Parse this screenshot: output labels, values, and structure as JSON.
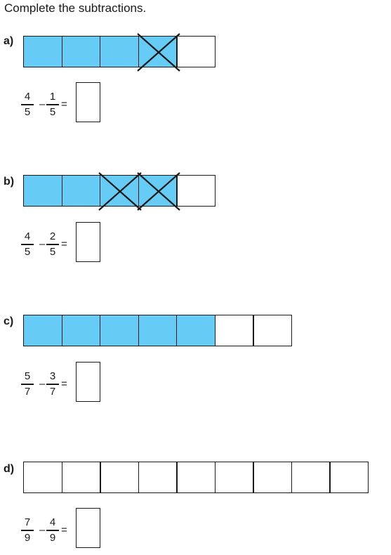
{
  "instruction": "Complete the subtractions.",
  "questions": [
    {
      "label": "a)",
      "cells": 5,
      "shaded": 4,
      "crossed": [
        3
      ],
      "left": {
        "num": "4",
        "den": "5"
      },
      "right": {
        "num": "1",
        "den": "5"
      },
      "minus": "–",
      "equals": "="
    },
    {
      "label": "b)",
      "cells": 5,
      "shaded": 4,
      "crossed": [
        2,
        3
      ],
      "left": {
        "num": "4",
        "den": "5"
      },
      "right": {
        "num": "2",
        "den": "5"
      },
      "minus": "–",
      "equals": "="
    },
    {
      "label": "c)",
      "cells": 7,
      "shaded": 5,
      "crossed": [],
      "left": {
        "num": "5",
        "den": "7"
      },
      "right": {
        "num": "3",
        "den": "7"
      },
      "minus": "–",
      "equals": "="
    },
    {
      "label": "d)",
      "cells": 9,
      "shaded": 0,
      "crossed": [],
      "left": {
        "num": "7",
        "den": "9"
      },
      "right": {
        "num": "4",
        "den": "9"
      },
      "minus": "–",
      "equals": "="
    }
  ],
  "colors": {
    "shaded": "#66ccf5",
    "line": "#1a1a1a"
  }
}
